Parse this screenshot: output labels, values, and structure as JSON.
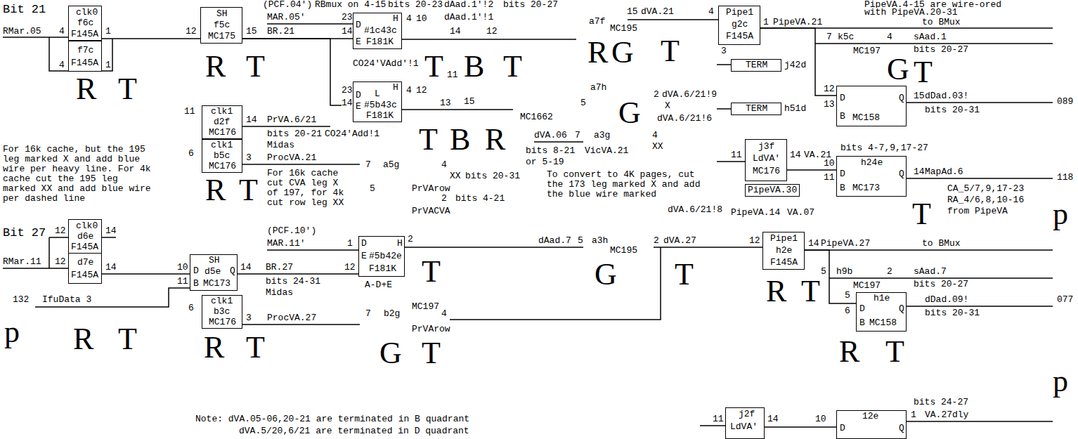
{
  "diagram": {
    "nodes": [
      {
        "text": [
          "clk0",
          "f6c",
          "F145A"
        ]
      },
      {
        "text": [
          "f7c",
          "F145A"
        ]
      },
      {
        "text": [
          "SH",
          "f5c",
          "MC175"
        ]
      },
      {
        "text": [
          "clk1",
          "d2f",
          "MC176"
        ]
      },
      {
        "text": [
          "clk1",
          "b5c",
          "MC176"
        ]
      },
      {
        "text": [
          "D",
          "H",
          "#1c43c",
          "E",
          "F181K"
        ]
      },
      {
        "text": [
          "H",
          "D",
          "L",
          "E",
          "#5b43c",
          "F181K"
        ]
      },
      {
        "text": [
          "Pipe1",
          "g2c",
          "F145A"
        ]
      },
      {
        "text": [
          "TERM"
        ]
      },
      {
        "text": [
          "TERM"
        ]
      },
      {
        "text": [
          "j3f",
          "LdVA'",
          "MC176"
        ]
      },
      {
        "text": [
          "D",
          "Q",
          "B",
          "MC158"
        ]
      },
      {
        "text": [
          "h24e",
          "D",
          "Q",
          "B",
          "MC173"
        ]
      },
      {
        "text": [
          "PipeVA.30"
        ]
      },
      {
        "text": [
          "clk0",
          "d6e",
          "F145A"
        ]
      },
      {
        "text": [
          "d7e",
          "F145A"
        ]
      },
      {
        "text": [
          "SH",
          "D",
          "d5e",
          "Q",
          "B",
          "MC173"
        ]
      },
      {
        "text": [
          "clk1",
          "b3c",
          "MC176"
        ]
      },
      {
        "text": [
          "D",
          "H",
          "E",
          "#5b42e",
          "F181K",
          "A-D+E"
        ]
      },
      {
        "text": [
          "Pipe1",
          "h2e",
          "F145A"
        ]
      },
      {
        "text": [
          "h1e",
          "D",
          "Q",
          "B",
          "MC158"
        ]
      },
      {
        "text": [
          "j2f",
          "LdVA'"
        ]
      },
      {
        "text": [
          "12e",
          "D",
          "Q"
        ]
      }
    ],
    "edges": [
      {
        "from": 0,
        "to": 2,
        "arrow": "none"
      },
      {
        "from": 2,
        "to": 5,
        "arrow": "none"
      },
      {
        "from": 2,
        "to": 6,
        "arrow": "none"
      },
      {
        "from": 7,
        "to": 11,
        "arrow": "none"
      },
      {
        "from": 10,
        "to": 12,
        "arrow": "none"
      },
      {
        "from": 15,
        "to": 16,
        "arrow": "none"
      },
      {
        "from": 16,
        "to": 18,
        "arrow": "none"
      },
      {
        "from": 19,
        "to": 20,
        "arrow": "none"
      },
      {
        "from": 21,
        "to": 22,
        "arrow": "none"
      }
    ],
    "labels": [
      "Bit 21",
      "RMar.05",
      "4",
      "1",
      "4",
      "1",
      "12",
      "15",
      "(PCF.04')",
      "RBmux on 4-15",
      "bits 20-23",
      "dAad.1'!2",
      "bits 20-27",
      "MAR.05'",
      "BR.21",
      "23",
      "14",
      "4",
      "10",
      "dAad.1'!1",
      "14",
      "12",
      "a7f",
      "MC195",
      "15",
      "dVA.21",
      "4",
      "PipeVA.4-15 are wire-ored",
      "with PipeVA.20-31",
      "1",
      "PipeVA.21",
      "to BMux",
      "R",
      "T",
      "R",
      "T",
      "CO24'VAdd'!1",
      "T",
      "11",
      "B",
      "T",
      "R",
      "G",
      "T",
      "3",
      "7",
      "k5c",
      "4",
      "sAad.1",
      "MC197",
      "bits 20-27",
      "j42d",
      "G",
      "T",
      "23",
      "14",
      "4",
      "12",
      "13",
      "15",
      "a7h",
      "5",
      "2",
      "dVA.6/21!9",
      "X",
      "dVA.6/21!6",
      "MC1662",
      "h51d",
      "12",
      "13",
      "15",
      "dDad.03!",
      "bits 20-31",
      "089",
      "11",
      "14",
      "PrVA.6/21",
      "bits 20-21",
      "CO24'Add!1",
      "Midas",
      "3",
      "ProcVA.21",
      "6",
      "T",
      "B",
      "R",
      "G",
      "For 16k cache, but the 195 leg marked X and add blue wire per heavy line. For 4k cache cut the 195 leg marked XX and add blue wire per dashed line",
      "For 16k cache cut CVA leg X of 197, for 4k cut row leg XX",
      "R",
      "T",
      "7",
      "a5g",
      "4",
      "XX",
      "bits 20-31",
      "5",
      "PrVArow",
      "2",
      "bits 4-21",
      "PrVACVA",
      "dVA.06",
      "7",
      "a3g",
      "4",
      "XX",
      "bits 8-21",
      "VicVA.21",
      "or 5-19",
      "To convert to 4K pages, cut the 173 leg marked X and add the blue wire marked",
      "dVA.6/21!8",
      "11",
      "14",
      "VA.21",
      "bits 4-7,9,17-27",
      "10",
      "11",
      "14",
      "MapAd.6",
      "118",
      "CA_5/7,9,17-23",
      "RA_4/6,8,10-16",
      "from PipeVA",
      "T",
      "p",
      "PipeVA.14",
      "VA.07",
      "Bit 27",
      "12",
      "14",
      "RMar.11",
      "12",
      "14",
      "10",
      "11",
      "132",
      "IfuData 3",
      "p",
      "R",
      "T",
      "(PCF.10')",
      "MAR.11'",
      "1",
      "14",
      "BR.27",
      "12",
      "bits 24-31",
      "Midas",
      "6",
      "3",
      "ProcVA.27",
      "R",
      "T",
      "2",
      "T",
      "7",
      "b2g",
      "MC197",
      "4",
      "PrVArow",
      "G",
      "T",
      "dAad.7",
      "5",
      "a3h",
      "MC195",
      "2",
      "dVA.27",
      "G",
      "T",
      "12",
      "14",
      "PipeVA.27",
      "to BMux",
      "R",
      "T",
      "5",
      "h9b",
      "2",
      "sAad.7",
      "MC197",
      "bits 20-27",
      "5",
      "6",
      "dDad.09!",
      "bits 20-31",
      "077",
      "R",
      "T",
      "p",
      "bits 24-27",
      "1",
      "VA.27dly",
      "Note: dVA.05-06,20-21 are terminated in B quadrant",
      "dVA.5/20,6/21 are terminated in D quadrant",
      "11",
      "14",
      "10"
    ]
  }
}
